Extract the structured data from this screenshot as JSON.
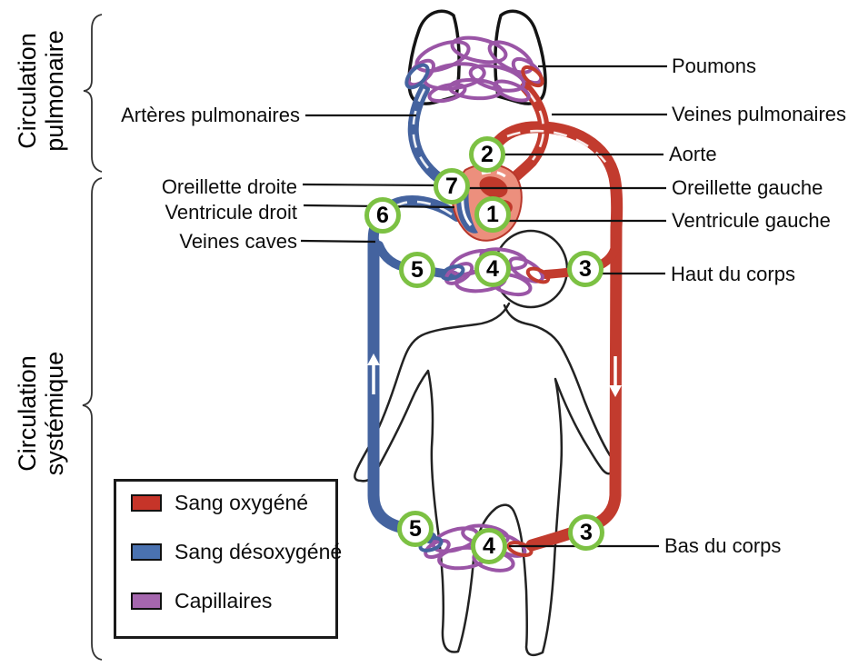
{
  "sections": {
    "pulmonary": "Circulation\npulmonaire",
    "systemic": "Circulation\nsystémique"
  },
  "labels": {
    "poumons": "Poumons",
    "veines_pulmonaires": "Veines pulmonaires",
    "aorte": "Aorte",
    "oreillette_gauche": "Oreillette gauche",
    "ventricule_gauche": "Ventricule gauche",
    "haut_du_corps": "Haut du corps",
    "bas_du_corps": "Bas du corps",
    "arteres_pulmonaires": "Artères pulmonaires",
    "oreillette_droite": "Oreillette droite",
    "ventricule_droit": "Ventricule droit",
    "veines_caves": "Veines caves"
  },
  "markers": {
    "m2": "2",
    "m7": "7",
    "m6": "6",
    "m1": "1",
    "m5_top": "5",
    "m4_top": "4",
    "m3_top": "3",
    "m5_bottom": "5",
    "m4_bottom": "4",
    "m3_bottom": "3"
  },
  "legend": {
    "items": [
      {
        "label": "Sang oxygéné",
        "color": "#c63429"
      },
      {
        "label": "Sang désoxygéné",
        "color": "#4a72b0"
      },
      {
        "label": "Capillaires",
        "color": "#a566ae"
      }
    ]
  },
  "colors": {
    "oxygenated_vessel": "#c23b2e",
    "deoxygenated_vessel": "#44639f",
    "capillary": "#9a55a6",
    "marker_ring": "#7cc143"
  }
}
